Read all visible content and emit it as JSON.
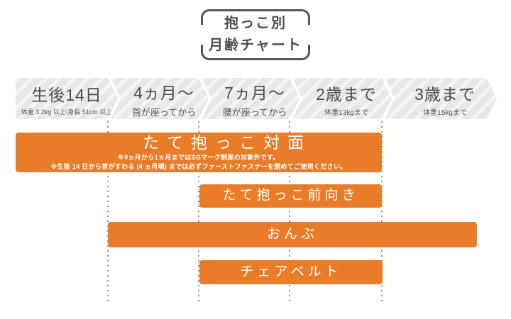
{
  "title_box": {
    "line1": "抱っこ別",
    "line2": "月齢チャート"
  },
  "timeline": {
    "stages": [
      {
        "label": "生後14日",
        "sub": "体重 3.2kg 以上/身長 51cm 以上"
      },
      {
        "label": "4ヵ月〜",
        "sub": "首が座ってから"
      },
      {
        "label": "7ヵ月〜",
        "sub": "腰が座ってから"
      },
      {
        "label": "2歳まで",
        "sub": "体重13kgまで"
      },
      {
        "label": "3歳まで",
        "sub": "体重15kgまで"
      }
    ]
  },
  "bars": [
    {
      "label": "たて抱っこ対面",
      "note1": "※0ヵ月から1ヵ月まではSGマーク制度の対象外です。",
      "note2": "※生後 14 日から首がすわる (4 ヵ月頃) までは必ずファーストファスナーを閉めてご使用ください。"
    },
    {
      "label": "たて抱っこ前向き"
    },
    {
      "label": "おんぶ"
    },
    {
      "label": "チェアベルト"
    }
  ],
  "colors": {
    "bar_orange": "#e87c28",
    "chevron_gray": "#e9e8e5",
    "text_dark": "#4d4d4d",
    "dot_gray": "#8e8e8e",
    "title_border": "#565656"
  },
  "chart_data": {
    "type": "bar",
    "variant": "horizontal-gantt-timeline",
    "title": "抱っこ別月齢チャート",
    "categories": [
      "生後14日",
      "4ヵ月〜",
      "7ヵ月〜",
      "2歳まで",
      "3歳まで"
    ],
    "stage_details": [
      "体重 3.2kg 以上/身長 51cm 以上",
      "首が座ってから",
      "腰が座ってから",
      "体重13kgまで",
      "体重15kgまで"
    ],
    "series": [
      {
        "name": "たて抱っこ対面",
        "start_stage": "生後14日",
        "end_stage": "2歳まで",
        "stage_span": [
          0,
          3
        ]
      },
      {
        "name": "たて抱っこ前向き",
        "start_stage": "7ヵ月〜",
        "end_stage": "2歳まで",
        "stage_span": [
          2,
          3
        ]
      },
      {
        "name": "おんぶ",
        "start_stage": "4ヵ月〜",
        "end_stage": "3歳まで",
        "stage_span": [
          1,
          4
        ]
      },
      {
        "name": "チェアベルト",
        "start_stage": "7ヵ月〜",
        "end_stage": "2歳まで",
        "stage_span": [
          2,
          3
        ]
      }
    ],
    "legend": "none",
    "grid": "dashed vertical stage separators",
    "bar_color": "#e87c28"
  }
}
